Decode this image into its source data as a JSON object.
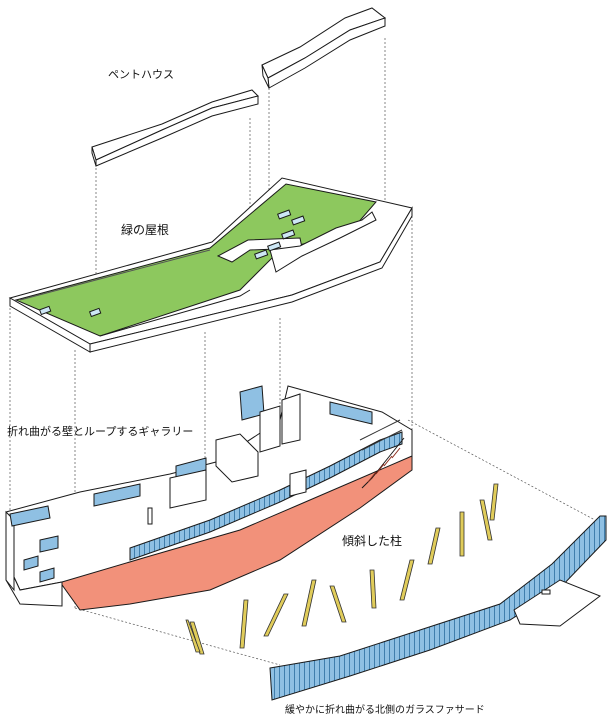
{
  "labels": {
    "penthouse": "ペントハウス",
    "green_roof": "緑の屋根",
    "gallery": "折れ曲がる壁とループするギャラリー",
    "columns": "傾斜した柱",
    "facade": "緩やかに折れ曲がる北側のガラスファサード"
  },
  "colors": {
    "roof_green": "#8dc85e",
    "floor_salmon": "#f2917a",
    "glass_blue": "#8fc0e3",
    "column_yellow": "#e0cc5a",
    "line": "#1a1a1a"
  }
}
